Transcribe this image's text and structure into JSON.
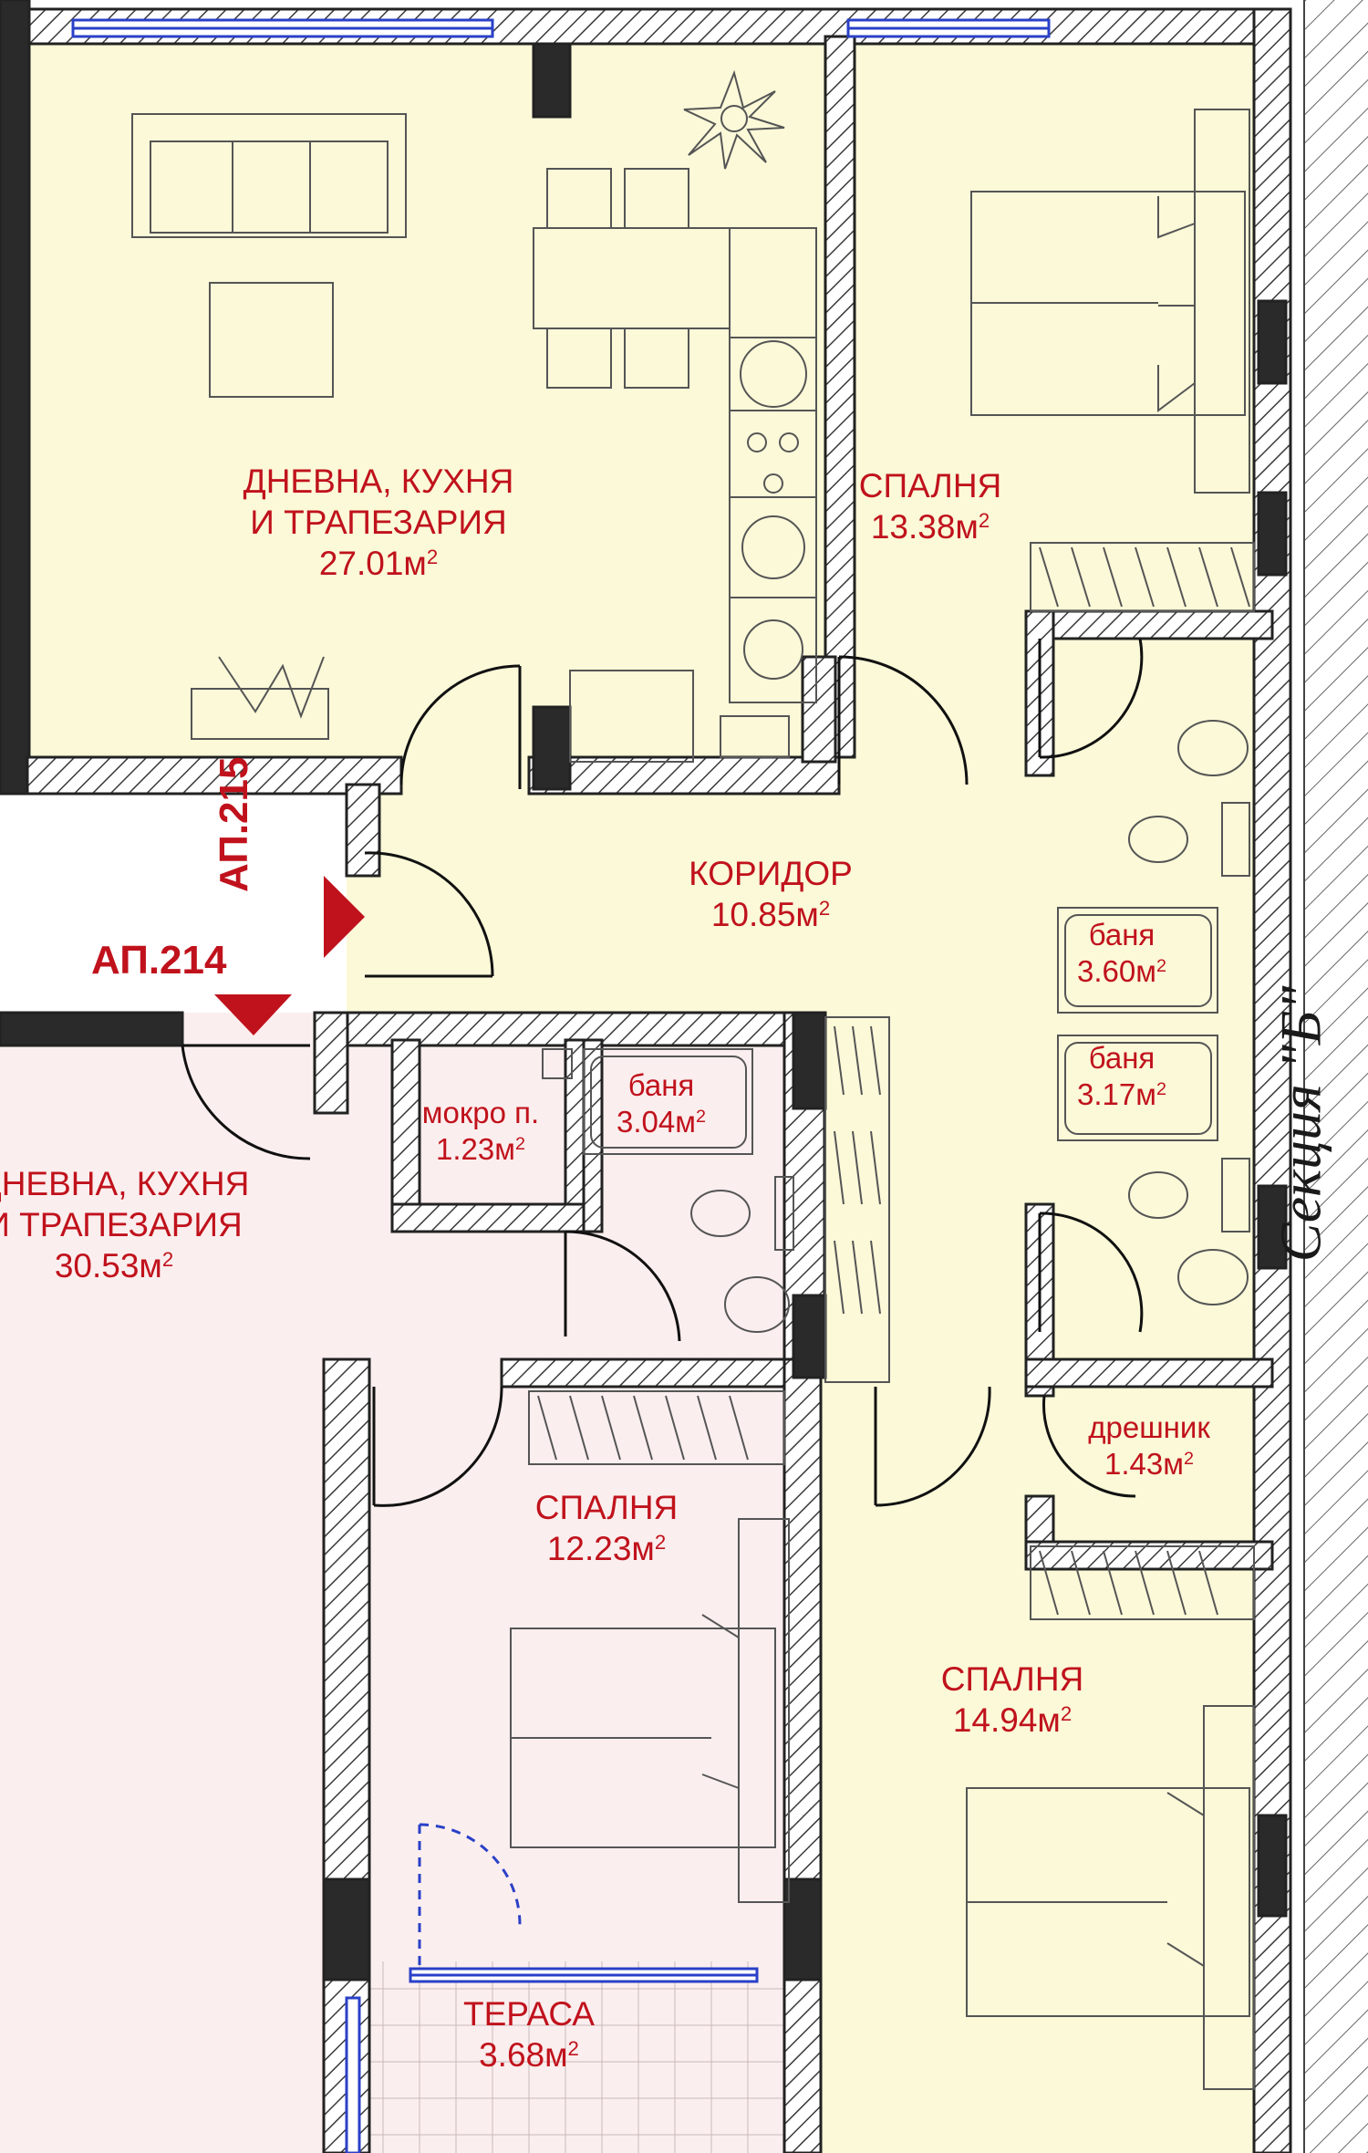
{
  "colors": {
    "apartment_215_fill": "#fbf9d8",
    "apartment_214_fill": "#fbeeee",
    "wall_hatch": "#333333",
    "label_red": "#c0121c",
    "window_blue": "#2a40c8"
  },
  "apartments": {
    "current": "АП.215",
    "neighbor": "АП.214"
  },
  "section_label": "Секция \"Б\"",
  "rooms": [
    {
      "id": "living-215",
      "name": "ДНЕВНА, КУХНЯ\nИ ТРАПЕЗАРИЯ",
      "area": "27.01м",
      "unit_power": "2"
    },
    {
      "id": "bedroom-top",
      "name": "СПАЛНЯ",
      "area": "13.38м",
      "unit_power": "2"
    },
    {
      "id": "corridor",
      "name": "КОРИДОР",
      "area": "10.85м",
      "unit_power": "2"
    },
    {
      "id": "bath-360",
      "name": "баня",
      "area": "3.60м",
      "unit_power": "2"
    },
    {
      "id": "bath-317",
      "name": "баня",
      "area": "3.17м",
      "unit_power": "2"
    },
    {
      "id": "wet-room",
      "name": "мокро п.",
      "area": "1.23м",
      "unit_power": "2"
    },
    {
      "id": "bath-304",
      "name": "баня",
      "area": "3.04м",
      "unit_power": "2"
    },
    {
      "id": "living-214",
      "name": "ДНЕВНА, КУХНЯ\nИ ТРАПЕЗАРИЯ",
      "area": "30.53м",
      "unit_power": "2"
    },
    {
      "id": "closet",
      "name": "дрешник",
      "area": "1.43м",
      "unit_power": "2"
    },
    {
      "id": "bedroom-mid",
      "name": "СПАЛНЯ",
      "area": "12.23м",
      "unit_power": "2"
    },
    {
      "id": "bedroom-bottom",
      "name": "СПАЛНЯ",
      "area": "14.94м",
      "unit_power": "2"
    },
    {
      "id": "terrace",
      "name": "ТЕРАСА",
      "area": "3.68м",
      "unit_power": "2"
    }
  ],
  "icons": [
    "plant-icon",
    "sofa-icon",
    "table-icon",
    "chair-icon",
    "stove-icon",
    "sink-icon",
    "toilet-icon",
    "bathtub-icon",
    "bed-icon",
    "wardrobe-icon",
    "door-swing-icon",
    "window-icon",
    "arrow-down-icon",
    "arrow-right-icon",
    "tv-icon"
  ]
}
